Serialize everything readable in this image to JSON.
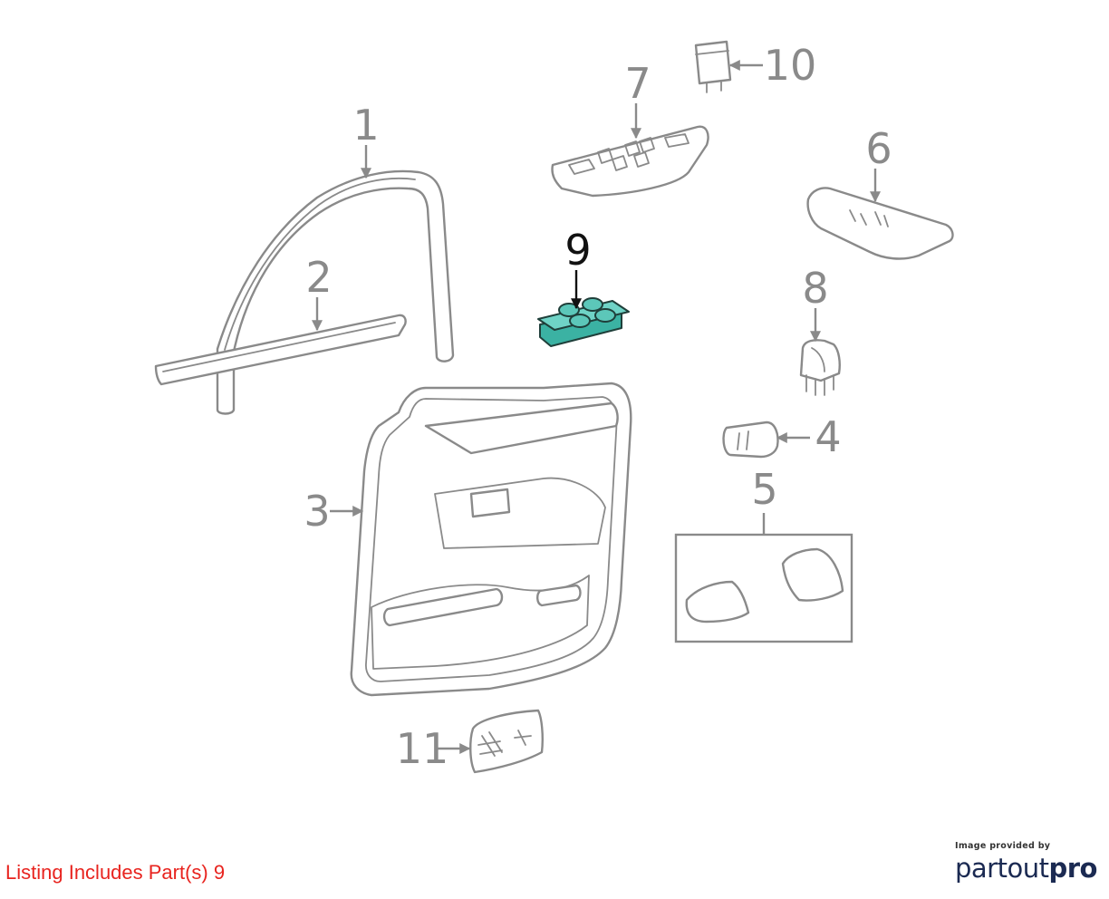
{
  "colors": {
    "line": "#8a8a8a",
    "highlight_fill": "#3bb2a3",
    "highlight_label": "#111111",
    "note_text": "#e8241f",
    "brand": "#1b2a52"
  },
  "callouts": {
    "c1": "1",
    "c2": "2",
    "c3": "3",
    "c4": "4",
    "c5": "5",
    "c6": "6",
    "c7": "7",
    "c8": "8",
    "c9": "9",
    "c10": "10",
    "c11": "11"
  },
  "highlighted_part": "9",
  "listing_note": "Listing Includes Part(s) 9",
  "provider": {
    "caption": "Image provided by",
    "brand_a": "partout",
    "brand_b": "pro"
  }
}
